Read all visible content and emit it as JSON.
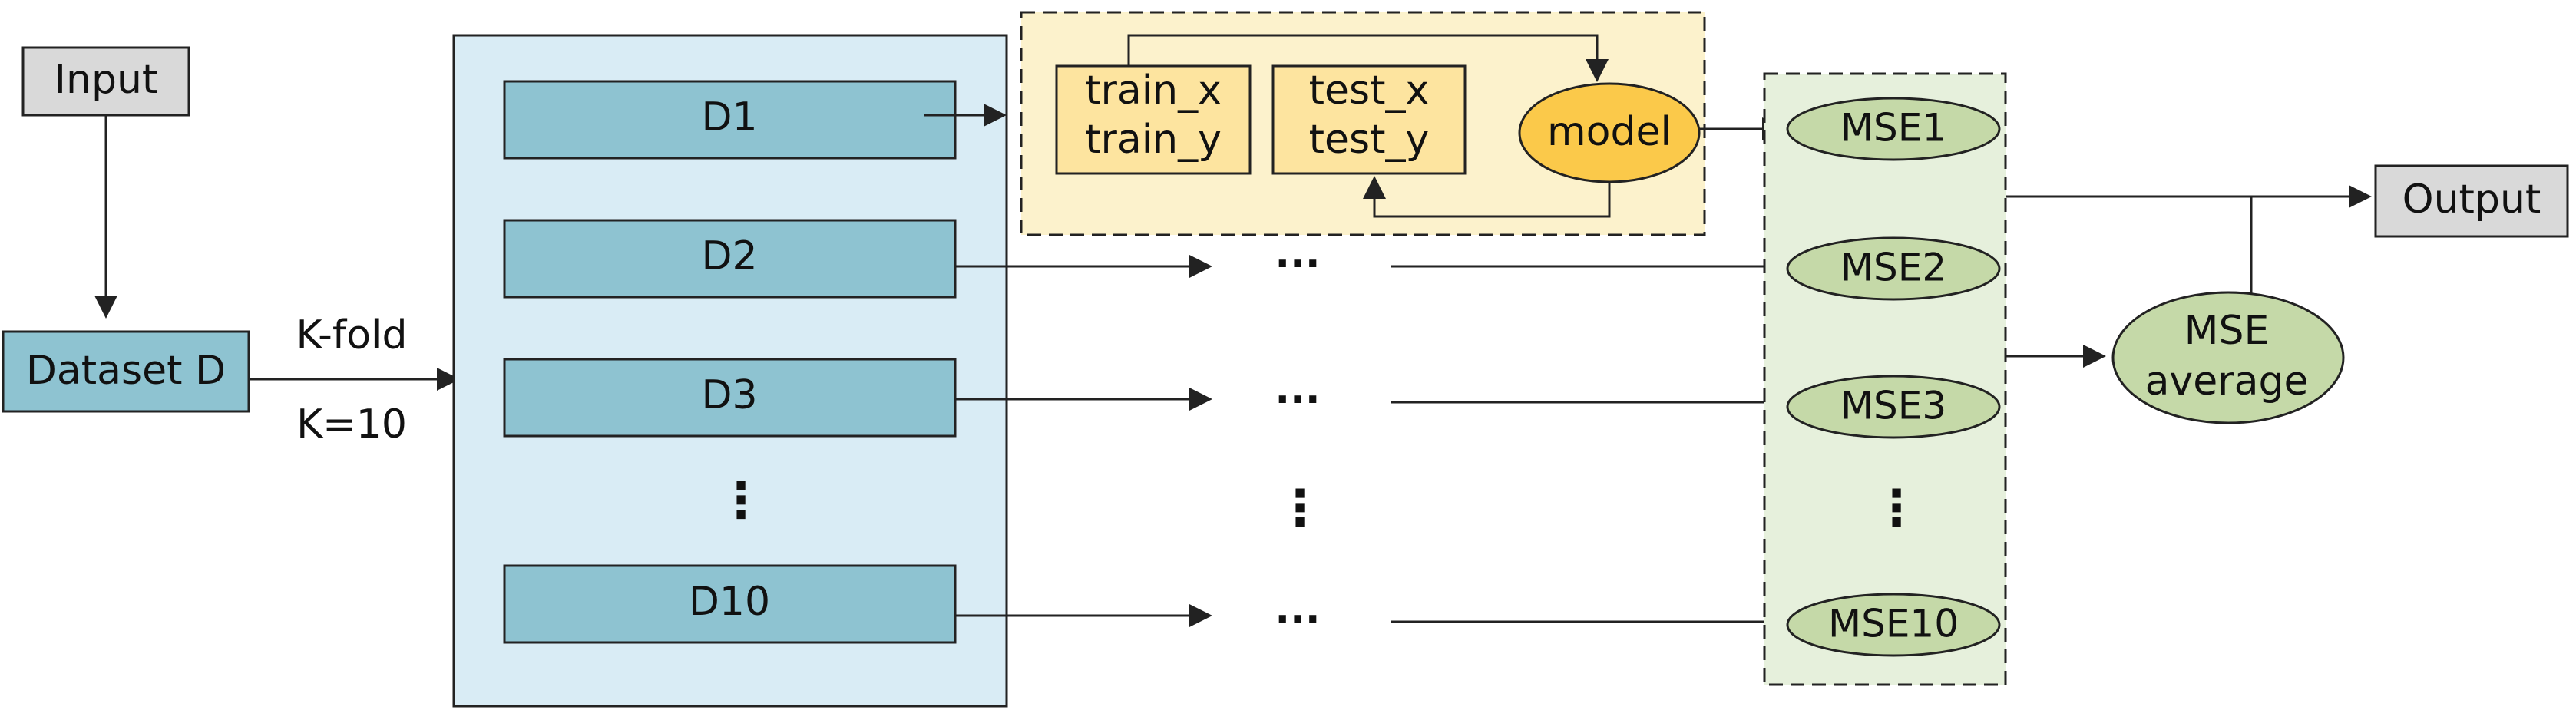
{
  "nodes": {
    "input": "Input",
    "dataset": "Dataset D",
    "kfold": "K-fold",
    "k": "K=10",
    "folds": [
      "D1",
      "D2",
      "D3",
      "D10"
    ],
    "folds_ellipsis": "⋮",
    "train": [
      "train_x",
      "train_y"
    ],
    "test": [
      "test_x",
      "test_y"
    ],
    "model": "model",
    "flow_ellipsis": [
      "···",
      "···",
      "···"
    ],
    "flow_vertical_ellipsis": "⋮",
    "mse": [
      "MSE1",
      "MSE2",
      "MSE3",
      "MSE10"
    ],
    "mse_ellipsis": "⋮",
    "mse_average": [
      "MSE",
      "average"
    ],
    "output": "Output"
  },
  "colors": {
    "gray_box": "#d9d9d9",
    "teal_box": "#8ec3d1",
    "blue_panel": "#d9ecf5",
    "yellow_panel": "#fcf2cc",
    "yellow_box": "#fde49f",
    "model_fill": "#fbc94a",
    "green_panel": "#e6f0dc",
    "green_ellipse": "#c5d9a8",
    "line": "#222222"
  }
}
